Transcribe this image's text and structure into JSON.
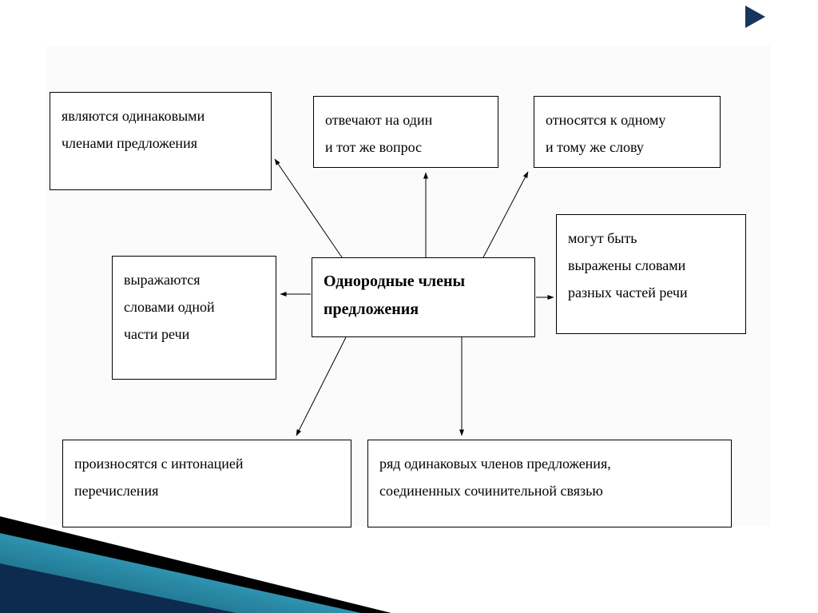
{
  "diagram": {
    "center": {
      "lines": [
        "Однородные члены",
        "предложения"
      ]
    },
    "nodes": [
      {
        "id": "same-members",
        "lines": [
          "являются одинаковыми",
          "членами предложения"
        ]
      },
      {
        "id": "same-question",
        "lines": [
          "отвечают на один",
          "и тот же вопрос"
        ]
      },
      {
        "id": "same-word",
        "lines": [
          "относятся к одному",
          "и тому же слову"
        ]
      },
      {
        "id": "varied-parts-of-speech",
        "lines": [
          "могут быть",
          "выражены словами",
          "разных частей речи"
        ]
      },
      {
        "id": "same-part-of-speech",
        "lines": [
          "выражаются",
          "словами одной",
          "части речи"
        ]
      },
      {
        "id": "enumeration-intonation",
        "lines": [
          "произносятся с интонацией",
          "перечисления"
        ]
      },
      {
        "id": "definition-row",
        "lines": [
          "ряд одинаковых членов предложения,",
          "соединенных сочинительной связью"
        ]
      }
    ]
  },
  "colors": {
    "box_border": "#000000",
    "arrow": "#000000",
    "accent_navy": "#16355f",
    "decor_navy": "#0c2b4e",
    "decor_black": "#000000",
    "teal_dark": "#0d4f66",
    "teal_mid": "#2f93b0",
    "teal_light": "#b7e4ef"
  }
}
